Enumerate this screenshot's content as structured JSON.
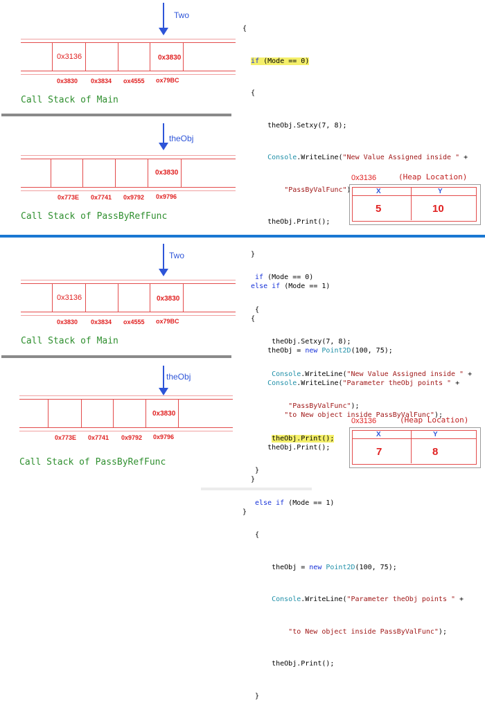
{
  "top": {
    "main_stack": {
      "arrow_label": "Two",
      "cells": [
        "0x3136",
        "",
        "",
        "0x3830"
      ],
      "addresses": [
        "0x3830",
        "0x3834",
        "ox4555",
        "ox79BC"
      ],
      "caption": "Call Stack of Main"
    },
    "func_stack": {
      "arrow_label": "theObj",
      "cells": [
        "",
        "",
        "",
        "0x3830",
        ""
      ],
      "addresses": [
        "0x773E",
        "0x7741",
        "0x9792",
        "0x9796"
      ],
      "caption": "Call Stack of PassByRefFunc"
    },
    "heap": {
      "address": "0x3136",
      "title": "(Heap Location)",
      "headers": [
        "X",
        "Y"
      ],
      "values": [
        "5",
        "10"
      ]
    }
  },
  "bottom": {
    "main_stack": {
      "arrow_label": "Two",
      "cells": [
        "0x3136",
        "",
        "",
        "0x3830"
      ],
      "addresses": [
        "0x3830",
        "0x3834",
        "ox4555",
        "ox79BC"
      ],
      "caption": "Call Stack of Main"
    },
    "func_stack": {
      "arrow_label": "theObj",
      "cells": [
        "",
        "",
        "",
        "0x3830",
        ""
      ],
      "addresses": [
        "0x773E",
        "0x7741",
        "0x9792",
        "0x9796"
      ],
      "caption": "Call Stack of PassByRefFunc"
    },
    "heap": {
      "address": "0x3136",
      "title": "(Heap Location)",
      "headers": [
        "X",
        "Y"
      ],
      "values": [
        "7",
        "8"
      ]
    }
  },
  "code": {
    "open_brace": "{",
    "close_brace": "}",
    "if_line": "if (Mode == 0)",
    "brace_open": "{",
    "setxy": "theObj.Setxy(7, 8);",
    "wl1_a": "Console",
    "wl1_b": ".WriteLine(",
    "wl1_str": "\"New Value Assigned inside \"",
    "wl1_plus": " +",
    "wl1_cont": "\"PassByValFunc\"",
    "wl1_end": ");",
    "print": "theObj.Print();",
    "brace_close": "}",
    "else_kw": "else if",
    "else_rest": " (Mode == 1)",
    "assign_a": "theObj = ",
    "assign_new": "new",
    "assign_type": "Point2D",
    "assign_args": "(100, 75);",
    "wl2_str": "\"Parameter theObj points \"",
    "wl2_cont": "\"to New object inside PassByValFunc\""
  }
}
